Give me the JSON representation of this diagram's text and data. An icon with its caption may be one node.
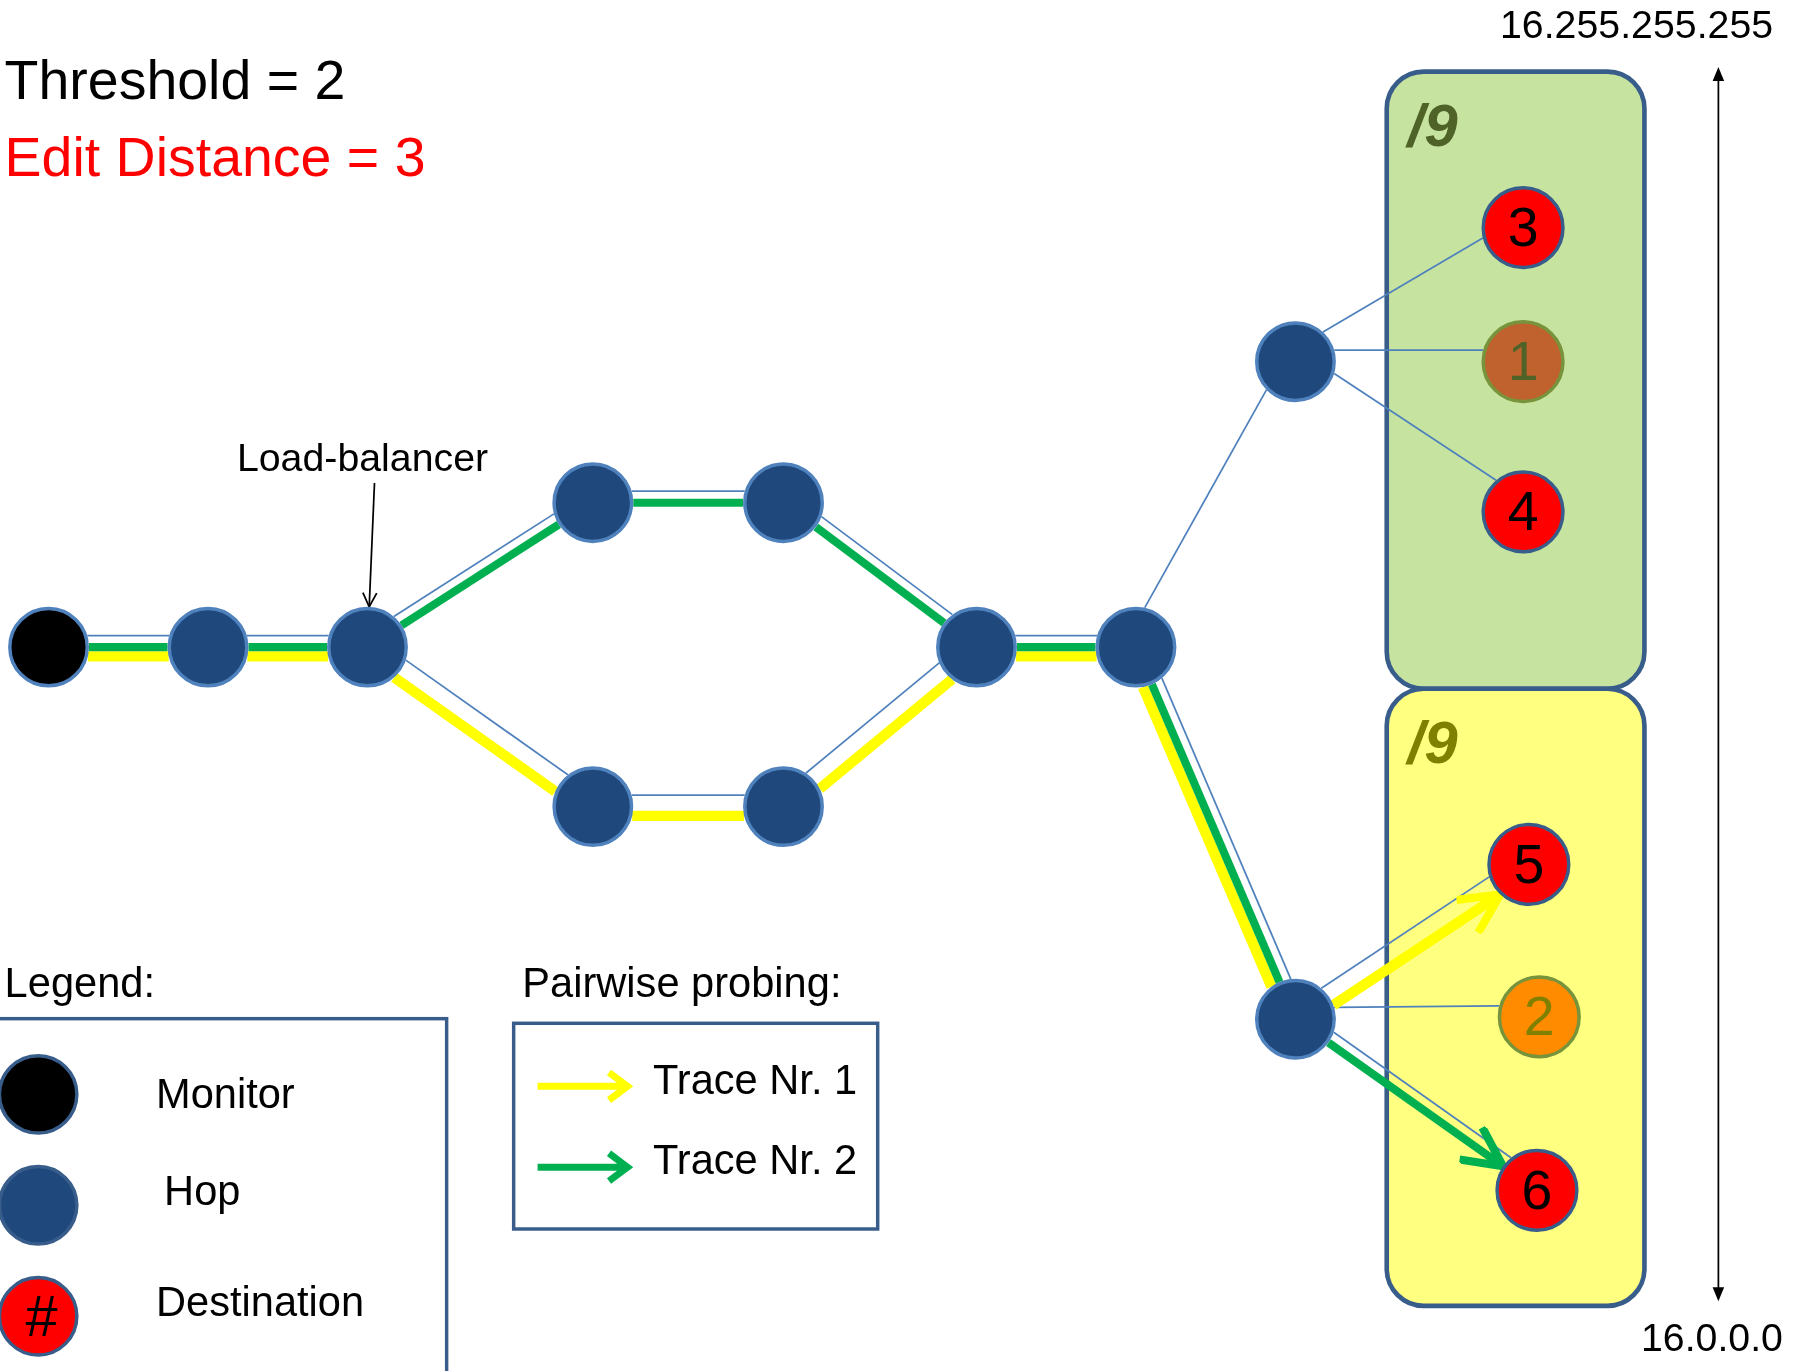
{
  "diagram": {
    "nodes": [
      {
        "text": [],
        "shape": "circle"
      },
      {
        "text": [],
        "shape": "circle"
      },
      {
        "text": [],
        "shape": "circle"
      },
      {
        "text": [],
        "shape": "circle"
      },
      {
        "text": [],
        "shape": "circle"
      },
      {
        "text": [],
        "shape": "circle"
      },
      {
        "text": [],
        "shape": "circle"
      },
      {
        "text": [],
        "shape": "circle"
      },
      {
        "text": [],
        "shape": "circle"
      },
      {
        "text": [],
        "shape": "circle"
      },
      {
        "text": [],
        "shape": "circle"
      },
      {
        "text": [
          "/9"
        ]
      },
      {
        "text": [
          "3"
        ],
        "in": 11
      },
      {
        "text": [
          "1"
        ],
        "in": 11
      },
      {
        "text": [
          "4"
        ],
        "in": 11
      },
      {
        "text": [
          "/9"
        ]
      },
      {
        "text": [
          "5"
        ],
        "in": 15
      },
      {
        "text": [
          "2"
        ],
        "in": 15
      },
      {
        "text": [
          "6"
        ],
        "in": 15
      },
      {
        "text": [
          "Load-balancer"
        ]
      }
    ],
    "edges": [
      {
        "from": 0,
        "to": 1,
        "arrow": "none"
      },
      {
        "from": 1,
        "to": 2,
        "arrow": "none"
      },
      {
        "from": 2,
        "to": 3,
        "arrow": "none"
      },
      {
        "from": 2,
        "to": 5,
        "arrow": "none"
      },
      {
        "from": 3,
        "to": 4,
        "arrow": "none"
      },
      {
        "from": 5,
        "to": 6,
        "arrow": "none"
      },
      {
        "from": 4,
        "to": 7,
        "arrow": "none"
      },
      {
        "from": 6,
        "to": 7,
        "arrow": "none"
      },
      {
        "from": 7,
        "to": 8,
        "arrow": "none"
      },
      {
        "from": 8,
        "to": 9,
        "arrow": "none"
      },
      {
        "from": 8,
        "to": 10,
        "arrow": "none"
      },
      {
        "from": 9,
        "to": 12,
        "arrow": "none"
      },
      {
        "from": 9,
        "to": 13,
        "arrow": "none"
      },
      {
        "from": 9,
        "to": 14,
        "arrow": "none"
      },
      {
        "from": 10,
        "to": 16,
        "arrow": "none"
      },
      {
        "from": 10,
        "to": 17,
        "arrow": "none"
      },
      {
        "from": 10,
        "to": 18,
        "arrow": "none"
      },
      {
        "from": 0,
        "to": 1,
        "arrow": "none",
        "style": "thick",
        "color": "#ffff00"
      },
      {
        "from": 1,
        "to": 2,
        "arrow": "none",
        "style": "thick",
        "color": "#ffff00"
      },
      {
        "from": 2,
        "to": 5,
        "arrow": "none",
        "style": "thick",
        "color": "#ffff00"
      },
      {
        "from": 5,
        "to": 6,
        "arrow": "none",
        "style": "thick",
        "color": "#ffff00"
      },
      {
        "from": 6,
        "to": 7,
        "arrow": "none",
        "style": "thick",
        "color": "#ffff00"
      },
      {
        "from": 7,
        "to": 8,
        "arrow": "none",
        "style": "thick",
        "color": "#ffff00"
      },
      {
        "from": 8,
        "to": 10,
        "arrow": "none",
        "style": "thick",
        "color": "#ffff00"
      },
      {
        "from": 10,
        "to": 16,
        "arrow": "to",
        "style": "thick",
        "color": "#ffff00"
      },
      {
        "from": 0,
        "to": 1,
        "arrow": "none",
        "style": "thick",
        "color": "#00b050"
      },
      {
        "from": 1,
        "to": 2,
        "arrow": "none",
        "style": "thick",
        "color": "#00b050"
      },
      {
        "from": 2,
        "to": 3,
        "arrow": "none",
        "style": "thick",
        "color": "#00b050"
      },
      {
        "from": 3,
        "to": 4,
        "arrow": "none",
        "style": "thick",
        "color": "#00b050"
      },
      {
        "from": 4,
        "to": 7,
        "arrow": "none",
        "style": "thick",
        "color": "#00b050"
      },
      {
        "from": 7,
        "to": 8,
        "arrow": "none",
        "style": "thick",
        "color": "#00b050"
      },
      {
        "from": 8,
        "to": 10,
        "arrow": "none",
        "style": "thick",
        "color": "#00b050"
      },
      {
        "from": 10,
        "to": 18,
        "arrow": "to",
        "style": "thick",
        "color": "#00b050"
      },
      {
        "from": 19,
        "to": 2,
        "arrow": "to",
        "color": "#000000"
      }
    ],
    "labels": [
      "16.255.255.255",
      "Threshold = 2",
      "Edit Distance = 3",
      "Legend:",
      "Pairwise probing:",
      "#",
      "16.0.0.0"
    ],
    "legend": [
      {
        "text": "Monitor"
      },
      {
        "text": "Hop"
      },
      {
        "text": "Destination"
      },
      {
        "text": "Trace Nr. 1"
      },
      {
        "text": "Trace Nr. 2"
      }
    ]
  }
}
